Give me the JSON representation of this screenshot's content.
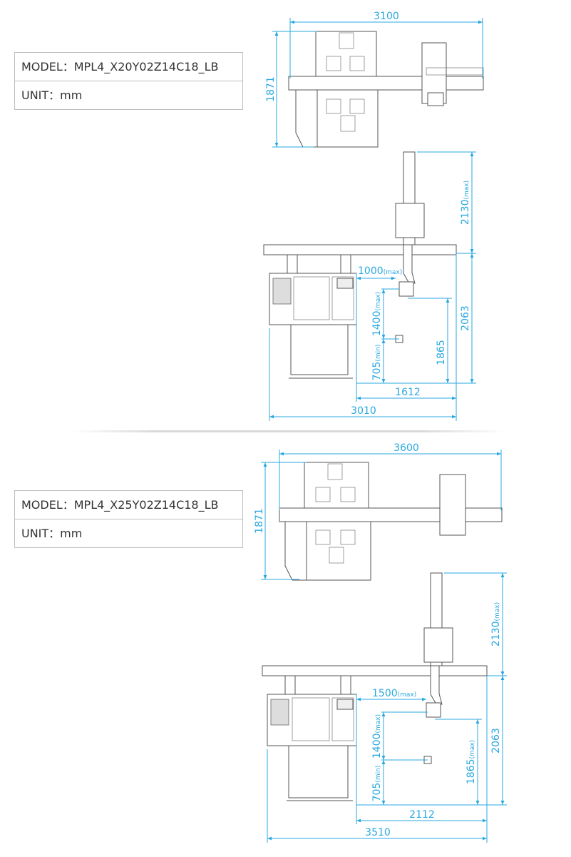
{
  "sections": [
    {
      "model": "MODEL：MPL4_X20Y02Z14C18_LB",
      "unit": "UNIT：mm",
      "dims": {
        "width_top": "3100",
        "depth_top": "1871",
        "z_stroke": "2130",
        "z_stroke_sub": "(max)",
        "height_total": "2063",
        "height_tool": "1865",
        "x_reach": "1000",
        "x_reach_sub": "(max)",
        "z_range": "1400",
        "z_range_sub": "(max)",
        "z_min": "705",
        "z_min_sub": "(min)",
        "reach": "1612",
        "width_front": "3010"
      }
    },
    {
      "model": "MODEL：MPL4_X25Y02Z14C18_LB",
      "unit": "UNIT：mm",
      "dims": {
        "width_top": "3600",
        "depth_top": "1871",
        "z_stroke": "2130",
        "z_stroke_sub": "(max)",
        "height_total": "2063",
        "height_tool": "1865",
        "height_tool_sub": "(max)",
        "x_reach": "1500",
        "x_reach_sub": "(max)",
        "z_range": "1400",
        "z_range_sub": "(max)",
        "z_min": "705",
        "z_min_sub": "(min)",
        "reach": "2112",
        "width_front": "3510"
      }
    }
  ]
}
